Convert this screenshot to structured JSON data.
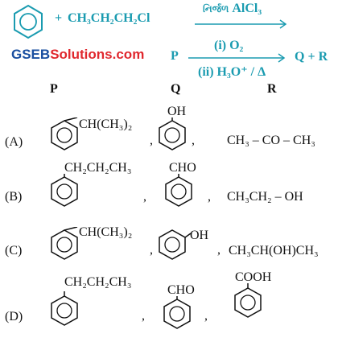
{
  "reaction1": {
    "plus": "+",
    "reagent": "CH₃CH₂CH₂Cl",
    "catalyst_prefix": "નિર્જળ",
    "catalyst": "AlCl₃"
  },
  "watermark": {
    "brand": "GSEB",
    "rest": "Solutions.com"
  },
  "reaction2": {
    "reactant": "P",
    "step1": "(i) O₂",
    "step2": "(ii) H₃O⁺ / Δ",
    "products": "Q + R"
  },
  "headers": {
    "p": "P",
    "q": "Q",
    "r": "R"
  },
  "options": [
    {
      "label": "(A)",
      "p_sub": "CH(CH₃)₂",
      "q_sub": "OH",
      "r": "CH₃ – CO – CH₃"
    },
    {
      "label": "(B)",
      "p_sub": "CH₂CH₂CH₃",
      "q_sub": "CHO",
      "r": "CH₃CH₂ – OH"
    },
    {
      "label": "(C)",
      "p_sub": "CH(CH₃)₂",
      "q_sub": "OH",
      "r": "CH₃CH(OH)CH₃"
    },
    {
      "label": "(D)",
      "p_sub": "CH₂CH₂CH₃",
      "q_sub": "CHO",
      "r_sub": "COOH"
    }
  ],
  "comma": ",",
  "colors": {
    "accent": "#1a9bb0",
    "text": "#111111",
    "watermark_gseb": "#1a4fa0",
    "watermark_com": "#e0282e"
  }
}
